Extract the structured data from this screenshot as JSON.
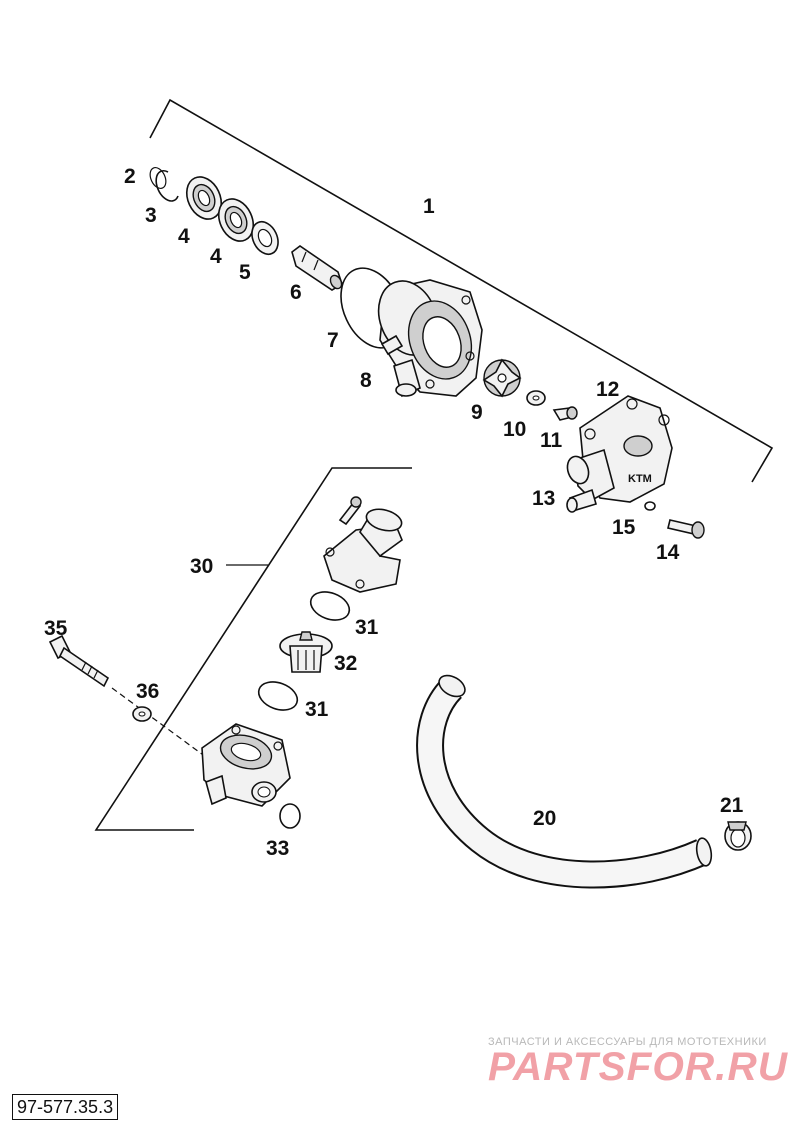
{
  "callouts": {
    "c1": "1",
    "c2": "2",
    "c3": "3",
    "c4a": "4",
    "c4b": "4",
    "c5": "5",
    "c6": "6",
    "c7": "7",
    "c8": "8",
    "c9": "9",
    "c10": "10",
    "c11": "11",
    "c12": "12",
    "c13": "13",
    "c14": "14",
    "c15": "15",
    "c20": "20",
    "c21": "21",
    "c30": "30",
    "c31a": "31",
    "c31b": "31",
    "c32": "32",
    "c33": "33",
    "c35": "35",
    "c36": "36"
  },
  "watermark": {
    "tagline": "ЗАПЧАСТИ И АКСЕССУАРЫ ДЛЯ МОТОТЕХНИКИ",
    "logo": "PARTSFOR.RU"
  },
  "reference_code": "97-577.35.3"
}
